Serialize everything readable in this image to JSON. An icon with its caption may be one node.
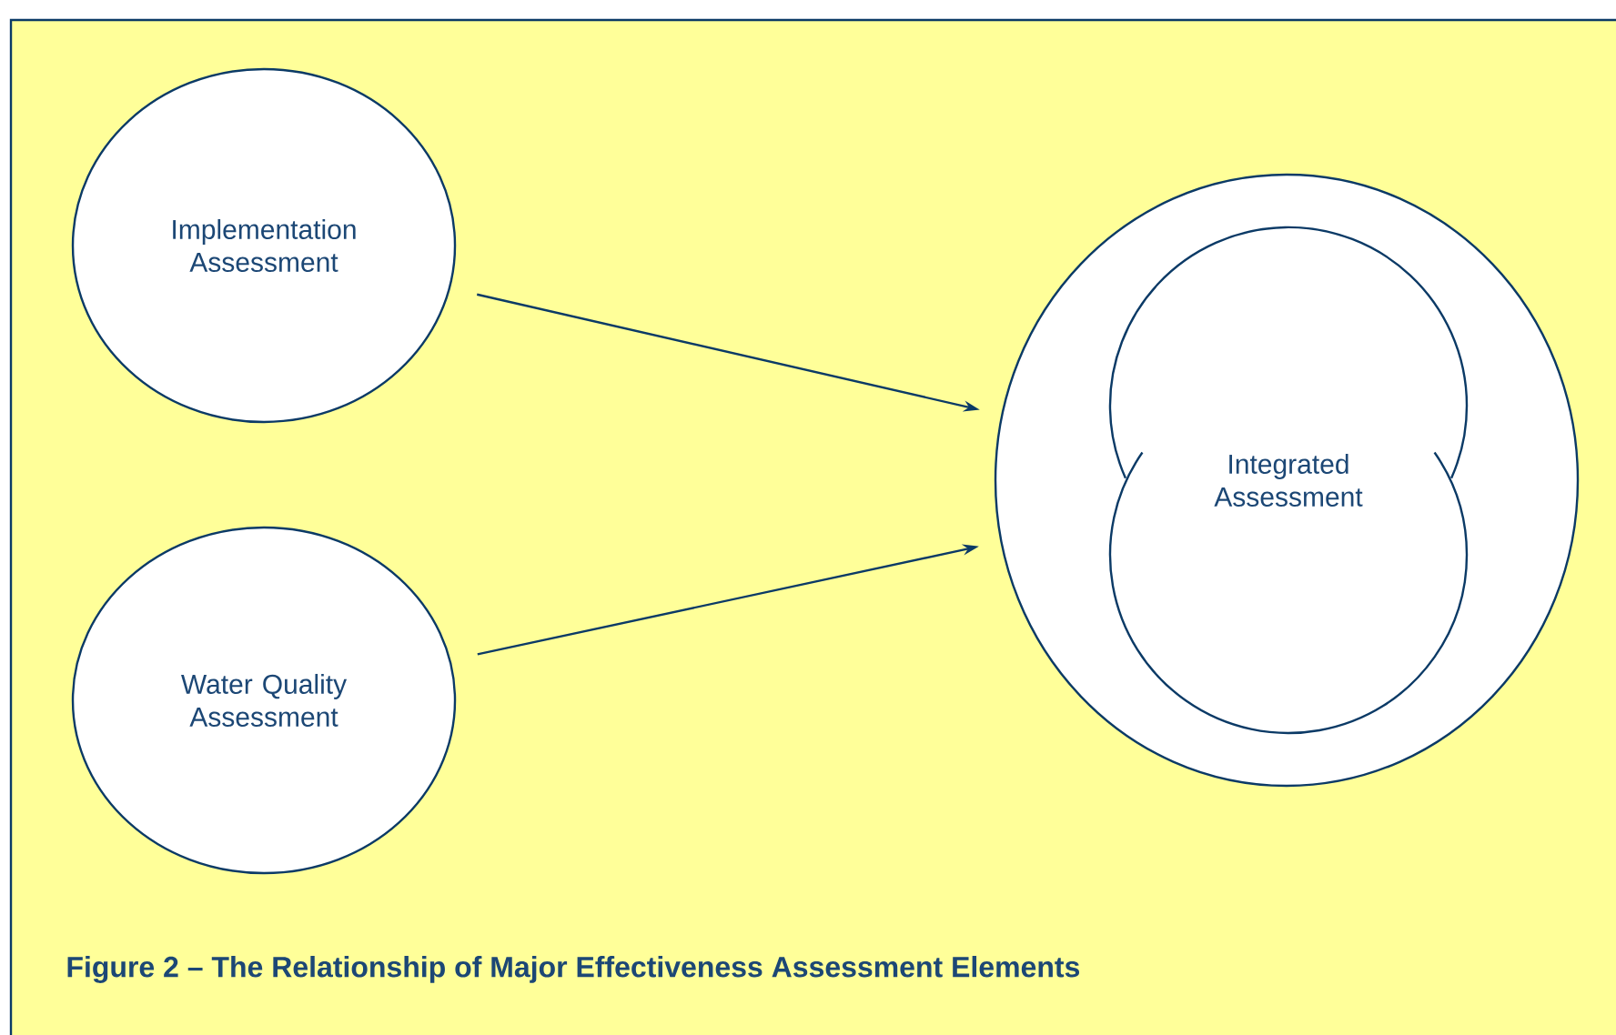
{
  "diagram": {
    "caption": "Figure 2 – The Relationship of Major Effectiveness Assessment Elements",
    "nodes": [
      {
        "text": [
          "Implementation Assessment"
        ]
      },
      {
        "text": [
          "Water Quality Assessment"
        ]
      },
      {
        "text": [],
        "shape": "circle"
      },
      {
        "text": [
          "Integrated Assessment"
        ],
        "in": 2
      }
    ],
    "edges": [
      {
        "from": 0,
        "to": 2,
        "arrow": "to"
      },
      {
        "from": 1,
        "to": 2,
        "arrow": "to"
      }
    ]
  }
}
